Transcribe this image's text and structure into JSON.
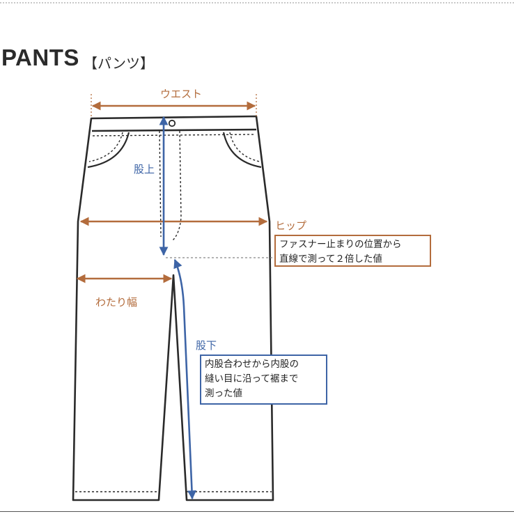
{
  "header": {
    "title": "PANTS",
    "subtitle": "【パンツ】"
  },
  "labels": {
    "waist": "ウエスト",
    "rise": "股上",
    "hip": "ヒップ",
    "thigh": "わたり幅",
    "inseam": "股下"
  },
  "notes": {
    "hip": [
      "ファスナー止まりの位置から",
      "直線で測って２倍した値"
    ],
    "inseam": [
      "内股合わせから内股の",
      "縫い目に沿って裾まで",
      "測った値"
    ]
  },
  "colors": {
    "brown": "#b36c3c",
    "blue": "#3d64a6",
    "outline": "#2a2a2a"
  }
}
